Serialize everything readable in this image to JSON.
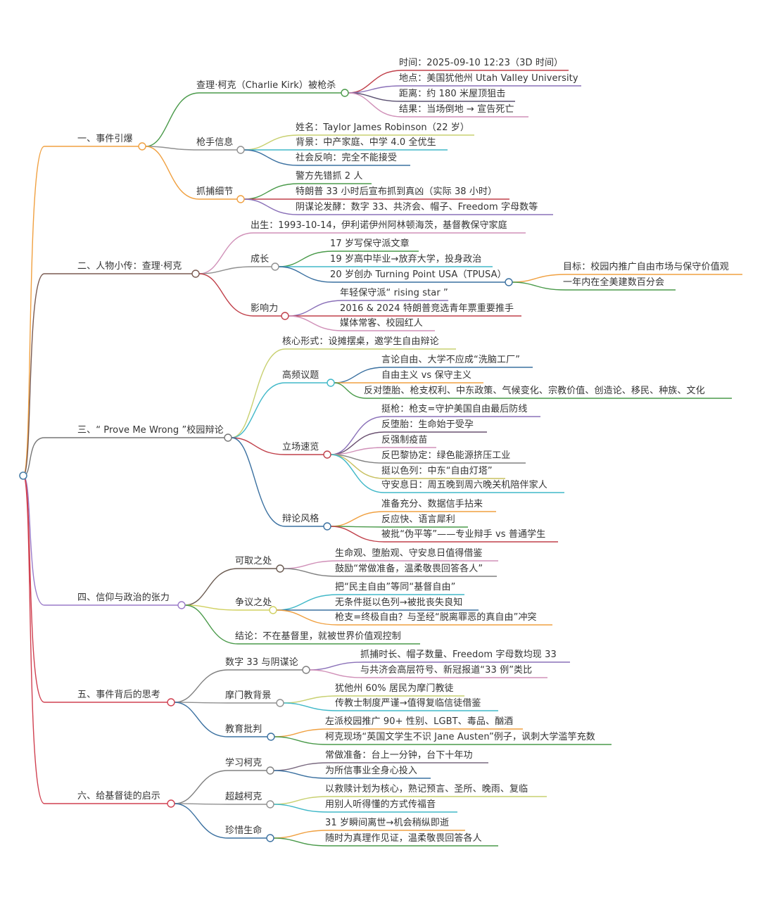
{
  "map": {
    "root_color": "#4a7fa8",
    "children": [
      {
        "label": "一、事件引爆",
        "color": "#f0a040",
        "children": [
          {
            "label": "查理·柯克（Charlie Kirk）被枪杀",
            "color": "#4a9a4a",
            "children": [
              {
                "label": "时间：2025-09-10 12:23（3D 时间）",
                "color": "#c0404a"
              },
              {
                "label": "地点：美国犹他州 Utah Valley University",
                "color": "#8a70b8"
              },
              {
                "label": "距离：约 180 米屋顶狙击",
                "color": "#5a5070"
              },
              {
                "label": "结果：当场倒地 → 宣告死亡",
                "color": "#d090b8"
              }
            ]
          },
          {
            "label": "枪手信息",
            "color": "#909090",
            "children": [
              {
                "label": "姓名：Taylor James Robinson（22 岁）",
                "color": "#c8d070"
              },
              {
                "label": "背景：中产家庭、中学 4.0 全优生",
                "color": "#40b8c8"
              },
              {
                "label": "社会反响：完全不能接受",
                "color": "#3a70a0"
              }
            ]
          },
          {
            "label": "抓捕细节",
            "color": "#f0a040",
            "children": [
              {
                "label": "警方先错抓 2 人",
                "color": "#4a9a4a"
              },
              {
                "label": "特朗普 33 小时后宣布抓到真凶（实际 38 小时）",
                "color": "#c0404a"
              },
              {
                "label": "阴谋论发酵：数字 33、共济会、帽子、Freedom 字母数等",
                "color": "#8a70b8"
              }
            ]
          }
        ]
      },
      {
        "label": "二、人物小传：查理·柯克",
        "color": "#7a5a50",
        "children": [
          {
            "label": "出生：1993-10-14，伊利诺伊州阿林顿海茨，基督教保守家庭",
            "color": "#d090b8"
          },
          {
            "label": "成长",
            "color": "#909090",
            "children": [
              {
                "label": "17 岁写保守派文章",
                "color": "#4a9a4a"
              },
              {
                "label": "19 岁高中毕业→放弃大学，投身政治",
                "color": "#40b8c8"
              },
              {
                "label": "20 岁创办 Turning Point USA（TPUSA）",
                "color": "#3a70a0",
                "children": [
                  {
                    "label": "目标：校园内推广自由市场与保守价值观",
                    "color": "#f0a040"
                  },
                  {
                    "label": "一年内在全美建数百分会",
                    "color": "#4a9a4a"
                  }
                ]
              }
            ]
          },
          {
            "label": "影响力",
            "color": "#c0404a",
            "children": [
              {
                "label": "年轻保守派“ rising star ”",
                "color": "#8a70b8"
              },
              {
                "label": "2016 & 2024 特朗普竞选青年票重要推手",
                "color": "#c0404a"
              },
              {
                "label": "媒体常客、校园红人",
                "color": "#d090b8"
              }
            ]
          }
        ]
      },
      {
        "label": "三、“ Prove Me Wrong ”校园辩论",
        "color": "#777777",
        "children": [
          {
            "label": "核心形式：设摊摆桌，邀学生自由辩论",
            "color": "#c8d070"
          },
          {
            "label": "高频议题",
            "color": "#40b8c8",
            "children": [
              {
                "label": "言论自由、大学不应成“洗脑工厂”",
                "color": "#3a70a0"
              },
              {
                "label": "自由主义 vs 保守主义",
                "color": "#f0a040"
              },
              {
                "label": "反对堕胎、枪支权利、中东政策、气候变化、宗教价值、创造论、移民、种族、文化",
                "color": "#4a9a4a"
              }
            ]
          },
          {
            "label": "立场速览",
            "color": "#c0404a",
            "children": [
              {
                "label": "挺枪：枪支=守护美国自由最后防线",
                "color": "#8a70b8"
              },
              {
                "label": "反堕胎：生命始于受孕",
                "color": "#6a5070"
              },
              {
                "label": "反强制疫苗",
                "color": "#d090b8"
              },
              {
                "label": "反巴黎协定：绿色能源挤压工业",
                "color": "#808080"
              },
              {
                "label": "挺以色列：中东“自由灯塔”",
                "color": "#c8c060"
              },
              {
                "label": "守安息日：周五晚到周六晚关机陪伴家人",
                "color": "#40b8c8"
              }
            ]
          },
          {
            "label": "辩论风格",
            "color": "#3a70a0",
            "children": [
              {
                "label": "准备充分、数据信手拈来",
                "color": "#f0a040"
              },
              {
                "label": "反应快、语言犀利",
                "color": "#4a9a4a"
              },
              {
                "label": "被批“伪平等”——专业辩手 vs 普通学生",
                "color": "#c0404a"
              }
            ]
          }
        ]
      },
      {
        "label": "四、信仰与政治的张力",
        "color": "#9a7ac8",
        "children": [
          {
            "label": "可取之处",
            "color": "#6a5a50",
            "children": [
              {
                "label": "生命观、堕胎观、守安息日值得借鉴",
                "color": "#d090b8"
              },
              {
                "label": "鼓励“常做准备，温柔敬畏回答各人”",
                "color": "#808080"
              }
            ]
          },
          {
            "label": "争议之处",
            "color": "#d0d060",
            "children": [
              {
                "label": "把“民主自由”等同“基督自由”",
                "color": "#40b8c8"
              },
              {
                "label": "无条件挺以色列→被批丧失良知",
                "color": "#3a70a0"
              },
              {
                "label": "枪支=终极自由？与圣经“脱离罪恶的真自由”冲突",
                "color": "#f0a040"
              }
            ]
          },
          {
            "label": "结论：不在基督里，就被世界价值观控制",
            "color": "#4a9a4a"
          }
        ]
      },
      {
        "label": "五、事件背后的思考",
        "color": "#d04050",
        "children": [
          {
            "label": "数字 33 与阴谋论",
            "color": "#808080",
            "children": [
              {
                "label": "抓捕时长、帽子数量、Freedom 字母数均现 33",
                "color": "#8a70b8"
              },
              {
                "label": "与共济会高层符号、新冠报道“33 例”类比",
                "color": "#d090b8"
              }
            ]
          },
          {
            "label": "摩门教背景",
            "color": "#909090",
            "children": [
              {
                "label": "犹他州 60% 居民为摩门教徒",
                "color": "#c8d070"
              },
              {
                "label": "传教士制度严谨→值得复临信徒借鉴",
                "color": "#40b8c8"
              }
            ]
          },
          {
            "label": "教育批判",
            "color": "#3a70a0",
            "children": [
              {
                "label": "左派校园推广 90+ 性别、LGBT、毒品、酗酒",
                "color": "#f0a040"
              },
              {
                "label": "柯克现场“英国文学生不识 Jane Austen”例子，讽刺大学滥竽充数",
                "color": "#4a9a4a"
              }
            ]
          }
        ]
      },
      {
        "label": "六、给基督徒的启示",
        "color": "#d04050",
        "children": [
          {
            "label": "学习柯克",
            "color": "#808080",
            "children": [
              {
                "label": "常做准备：台上一分钟，台下十年功",
                "color": "#7a6a80"
              },
              {
                "label": "为所信事业全身心投入",
                "color": "#3a70a0"
              }
            ]
          },
          {
            "label": "超越柯克",
            "color": "#909090",
            "children": [
              {
                "label": "以救赎计划为核心，熟记预言、圣所、晚雨、复临",
                "color": "#c8d070"
              },
              {
                "label": "用别人听得懂的方式传福音",
                "color": "#40b8c8"
              }
            ]
          },
          {
            "label": "珍惜生命",
            "color": "#3a70a0",
            "children": [
              {
                "label": "31 岁瞬间离世→机会稍纵即逝",
                "color": "#f0a040"
              },
              {
                "label": "随时为真理作见证，温柔敬畏回答各人",
                "color": "#4a9a4a"
              }
            ]
          }
        ]
      }
    ]
  }
}
